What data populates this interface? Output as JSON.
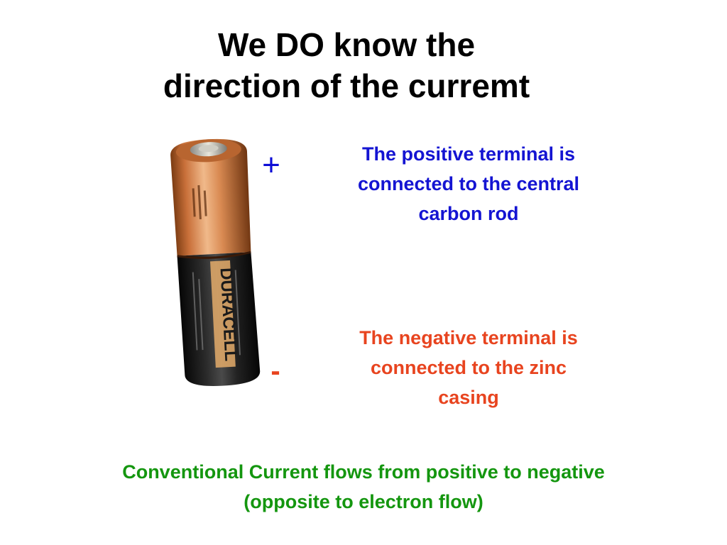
{
  "slide": {
    "title_line1": "We DO know the",
    "title_line2": "direction of the curremt",
    "plus_sign": "+",
    "minus_sign": "-",
    "positive_note": {
      "line1": "The positive terminal is",
      "line2": "connected to the central",
      "line3": "carbon rod"
    },
    "negative_note": {
      "line1": "The negative terminal is",
      "line2": "connected to the zinc",
      "line3": "casing"
    },
    "conventional": {
      "line1": "Conventional Current flows from positive to negative",
      "line2": "(opposite to electron flow)"
    },
    "battery": {
      "brand": "DURACELL",
      "icon": "aa-battery-image"
    }
  },
  "colors": {
    "title": "#000000",
    "positive": "#1414d2",
    "negative": "#e8441f",
    "conventional": "#14960f",
    "battery_copper": "#c9703a",
    "battery_black": "#1a1a1a"
  }
}
